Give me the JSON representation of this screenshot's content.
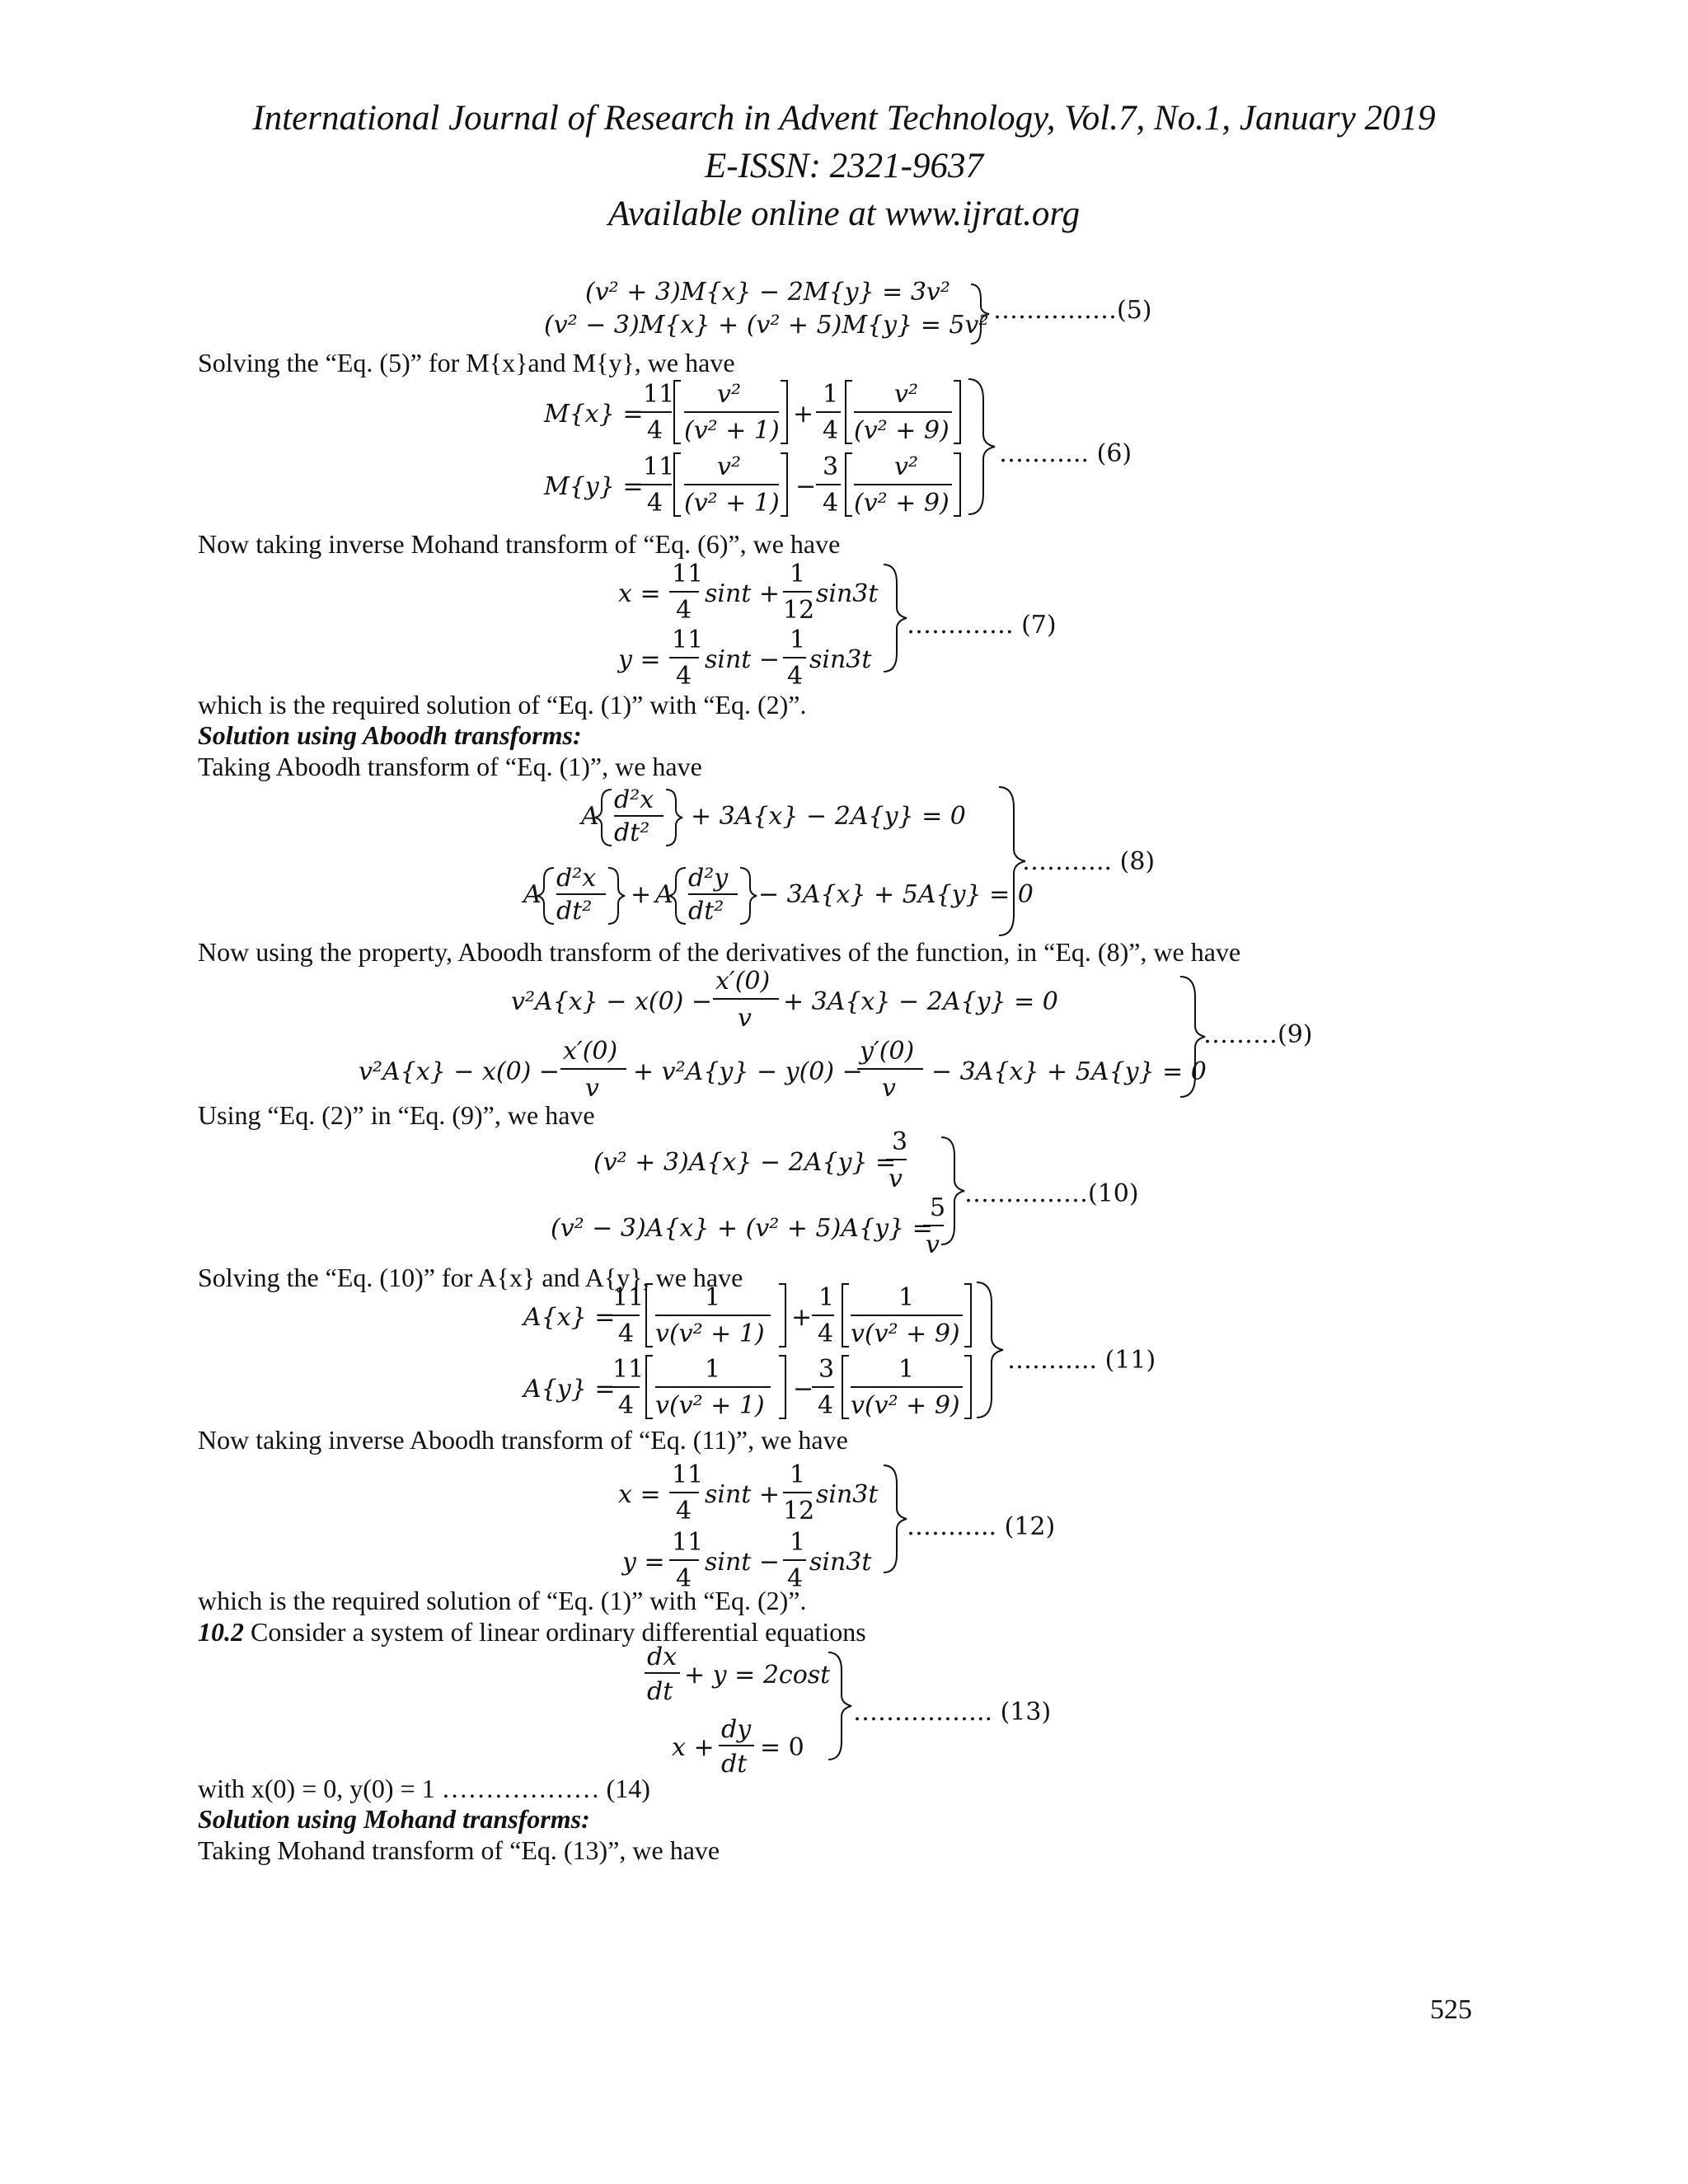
{
  "header": {
    "line1": "International Journal of Research in Advent Technology, Vol.7, No.1, January 2019",
    "line2": "E-ISSN: 2321-9637",
    "line3": "Available online at www.ijrat.org"
  },
  "paragraphs": {
    "p1": "Solving the “Eq. (5)” for M{x}and M{y}, we have",
    "p2": "Now taking inverse Mohand transform of “Eq. (6)”, we have",
    "p3": "which is the required solution of “Eq. (1)” with “Eq. (2)”.",
    "h1": "Solution using Aboodh transforms:",
    "p4": "Taking Aboodh transform of “Eq. (1)”, we have",
    "p5": "Now using the property, Aboodh transform of the derivatives of the function, in “Eq. (8)”, we have",
    "p6": "Using “Eq. (2)” in “Eq. (9)”, we have",
    "p7": "Solving the “Eq. (10)” for A{x} and A{y}, we have",
    "p8": "Now taking inverse Aboodh transform of “Eq. (11)”, we have",
    "p9": "which is the required solution of “Eq. (1)” with “Eq. (2)”.",
    "h2_num": "10.2",
    "h2_text": " Consider a system of linear ordinary differential equations",
    "p10": "with x(0) = 0, y(0) = 1 ……………… (14)",
    "h3": "Solution using Mohand transforms:",
    "p11": "Taking Mohand transform of “Eq. (13)”, we have"
  },
  "equations": {
    "eq5": {
      "l1": "(v² + 3)M{x} − 2M{y} = 3v²",
      "l2": "(v² − 3)M{x} + (v² + 5)M{y} = 5v²",
      "tag": "……………(5)"
    },
    "eq6": {
      "tag": "……….. (6)"
    },
    "eq7": {
      "tag": "…………. (7)"
    },
    "eq8": {
      "tag": "……….. (8)"
    },
    "eq9": {
      "tag": "………(9)"
    },
    "eq10": {
      "tag": "……………(10)"
    },
    "eq11": {
      "tag": "……….. (11)"
    },
    "eq12": {
      "tag": "……….. (12)"
    },
    "eq13": {
      "tag": "…………….. (13)"
    }
  },
  "page_number": "525"
}
